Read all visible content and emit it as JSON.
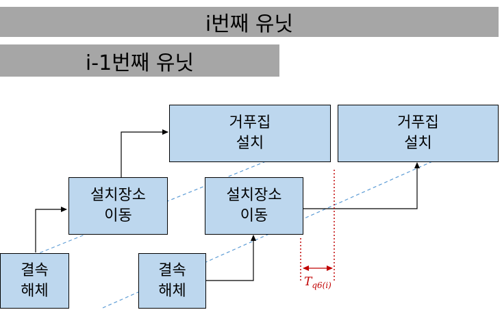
{
  "banners": {
    "current_unit": "i번째 유닛",
    "previous_unit": "i-1번째 유닛"
  },
  "boxes": {
    "prev_dismantle": [
      "결속",
      "해체"
    ],
    "prev_move": [
      "설치장소",
      "이동"
    ],
    "prev_install": [
      "거푸집",
      "설치"
    ],
    "cur_dismantle": [
      "결속",
      "해체"
    ],
    "cur_move": [
      "설치장소",
      "이동"
    ],
    "cur_install": [
      "거푸집",
      "설치"
    ]
  },
  "time_label": {
    "base": "T",
    "subscript": "q6(i)"
  },
  "colors": {
    "banner": "#a6a6a6",
    "box_fill": "#bdd7ee",
    "dashed_line": "#5b9bd5",
    "red_marker": "#c00000"
  }
}
